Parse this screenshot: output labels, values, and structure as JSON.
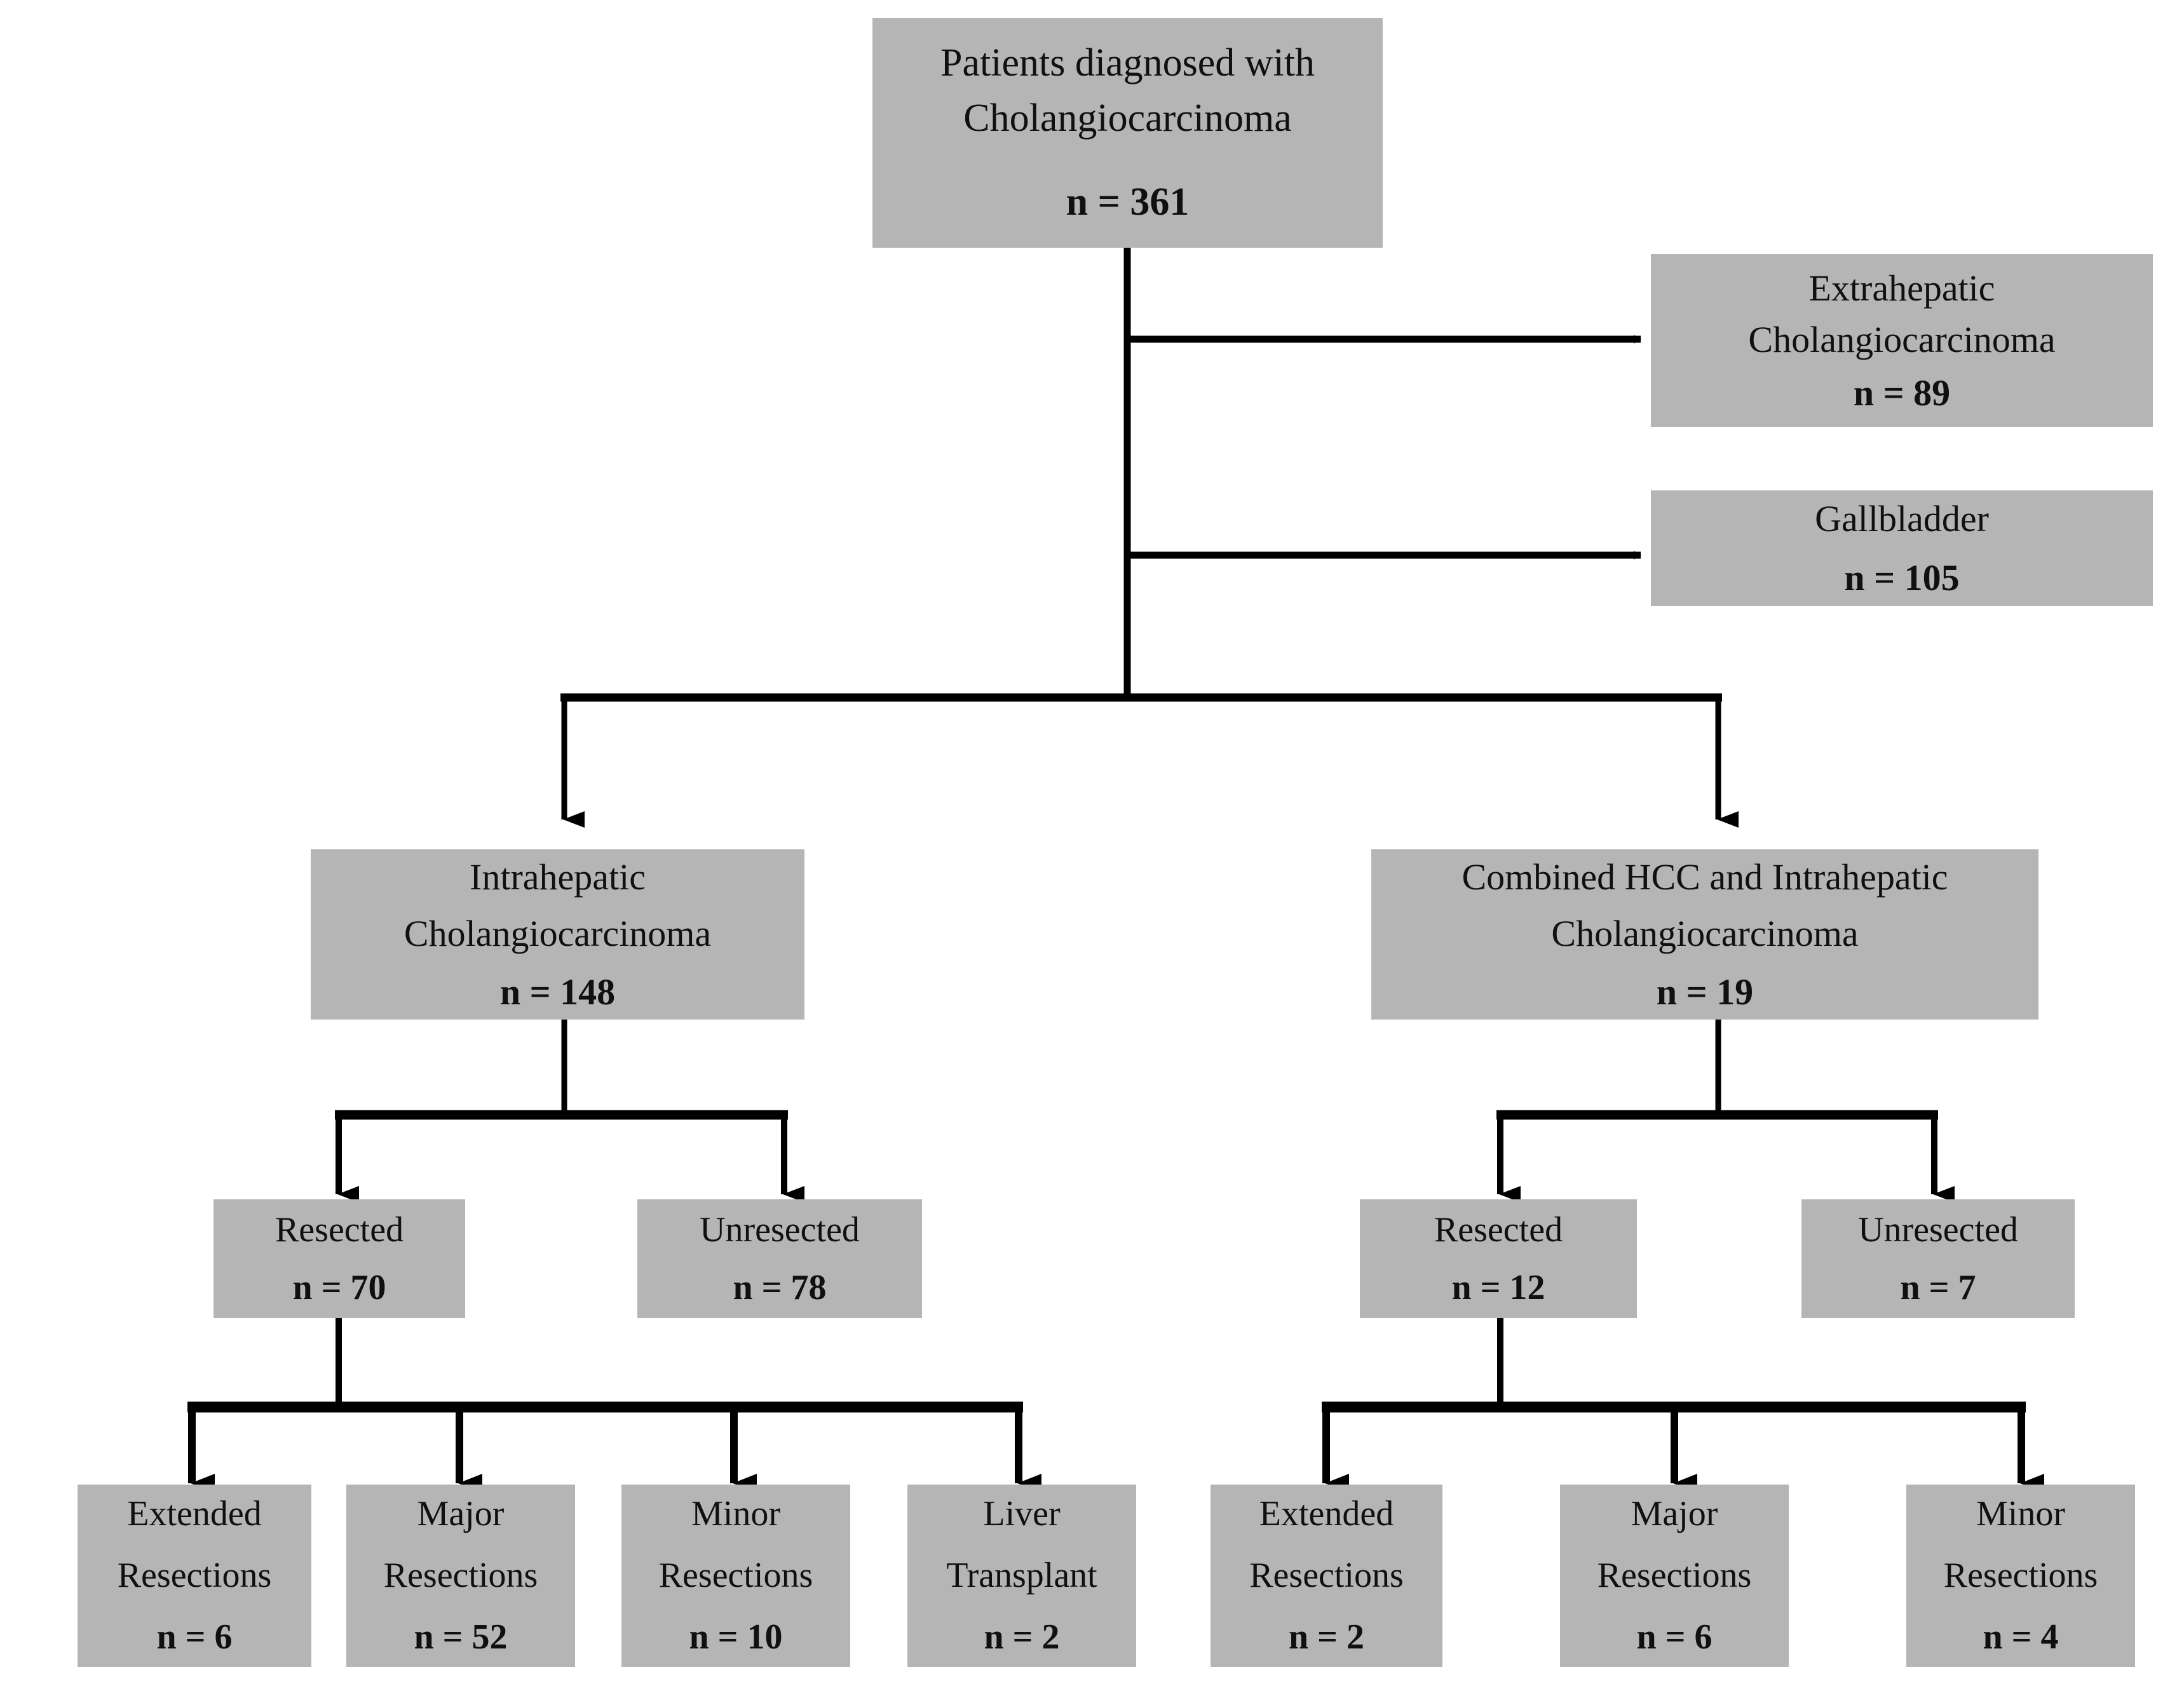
{
  "diagram": {
    "type": "flowchart",
    "orientation": "top-down",
    "box_fill_color": "#b5b5b5",
    "line_color": "#000000",
    "background_color": "#ffffff",
    "nodes": {
      "root": {
        "line1": "Patients diagnosed with",
        "line2": "Cholangiocarcinoma",
        "count": "n = 361"
      },
      "extrahepatic": {
        "line1": "Extrahepatic",
        "line2": "Cholangiocarcinoma",
        "count": "n = 89"
      },
      "gallbladder": {
        "line1": "Gallbladder",
        "count": "n = 105"
      },
      "intrahepatic": {
        "line1": "Intrahepatic",
        "line2": "Cholangiocarcinoma",
        "count": "n = 148"
      },
      "combined": {
        "line1": "Combined HCC and Intrahepatic",
        "line2": "Cholangiocarcinoma",
        "count": "n = 19"
      },
      "ihc_resected": {
        "line1": "Resected",
        "count": "n = 70"
      },
      "ihc_unresected": {
        "line1": "Unresected",
        "count": "n = 78"
      },
      "comb_resected": {
        "line1": "Resected",
        "count": "n = 12"
      },
      "comb_unresected": {
        "line1": "Unresected",
        "count": "n = 7"
      },
      "ihc_extended": {
        "line1": "Extended",
        "line2": "Resections",
        "count": "n = 6"
      },
      "ihc_major": {
        "line1": "Major",
        "line2": "Resections",
        "count": "n = 52"
      },
      "ihc_minor": {
        "line1": "Minor",
        "line2": "Resections",
        "count": "n = 10"
      },
      "ihc_transplant": {
        "line1": "Liver",
        "line2": "Transplant",
        "count": "n = 2"
      },
      "comb_extended": {
        "line1": "Extended",
        "line2": "Resections",
        "count": "n = 2"
      },
      "comb_major": {
        "line1": "Major",
        "line2": "Resections",
        "count": "n = 6"
      },
      "comb_minor": {
        "line1": "Minor",
        "line2": "Resections",
        "count": "n = 4"
      }
    }
  }
}
